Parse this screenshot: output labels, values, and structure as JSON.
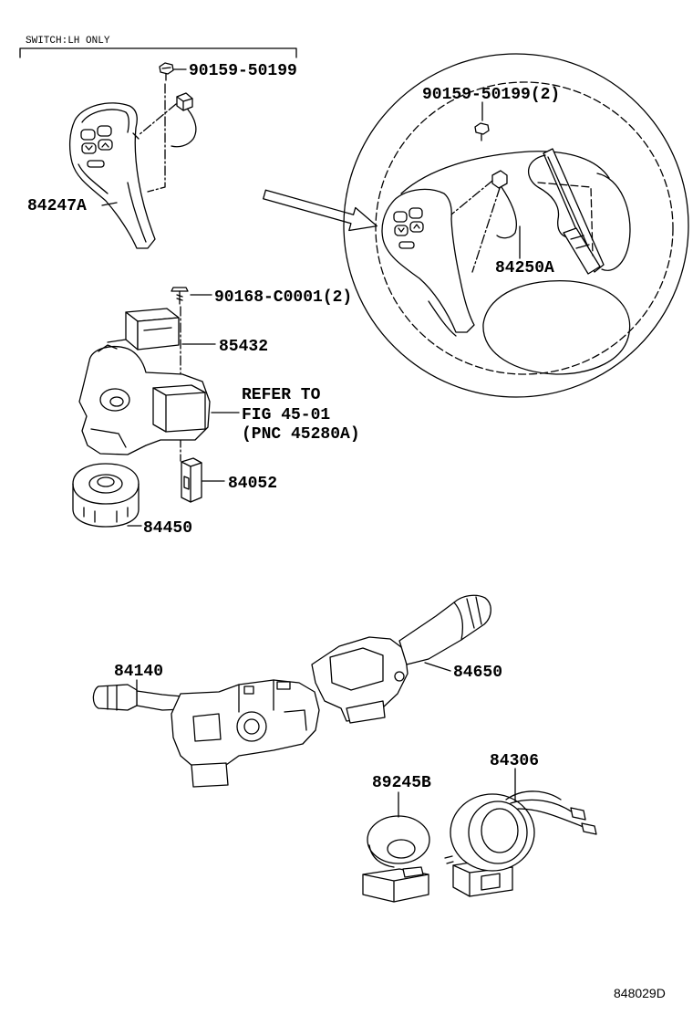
{
  "note": "SWITCH:LH ONLY",
  "diagram_code": "848029D",
  "callouts": {
    "p90159_top": "90159-50199",
    "p84247a": "84247A",
    "p90159_wheel": "90159-50199(2)",
    "p84250a": "84250A",
    "p90168": "90168-C0001(2)",
    "p85432": "85432",
    "refer_line1": "REFER TO",
    "refer_line2": "FIG 45-01",
    "refer_line3": "(PNC 45280A)",
    "p84052": "84052",
    "p84450": "84450",
    "p84140": "84140",
    "p84650": "84650",
    "p84306": "84306",
    "p89245b": "89245B"
  },
  "colors": {
    "line": "#000000",
    "background": "#ffffff"
  }
}
